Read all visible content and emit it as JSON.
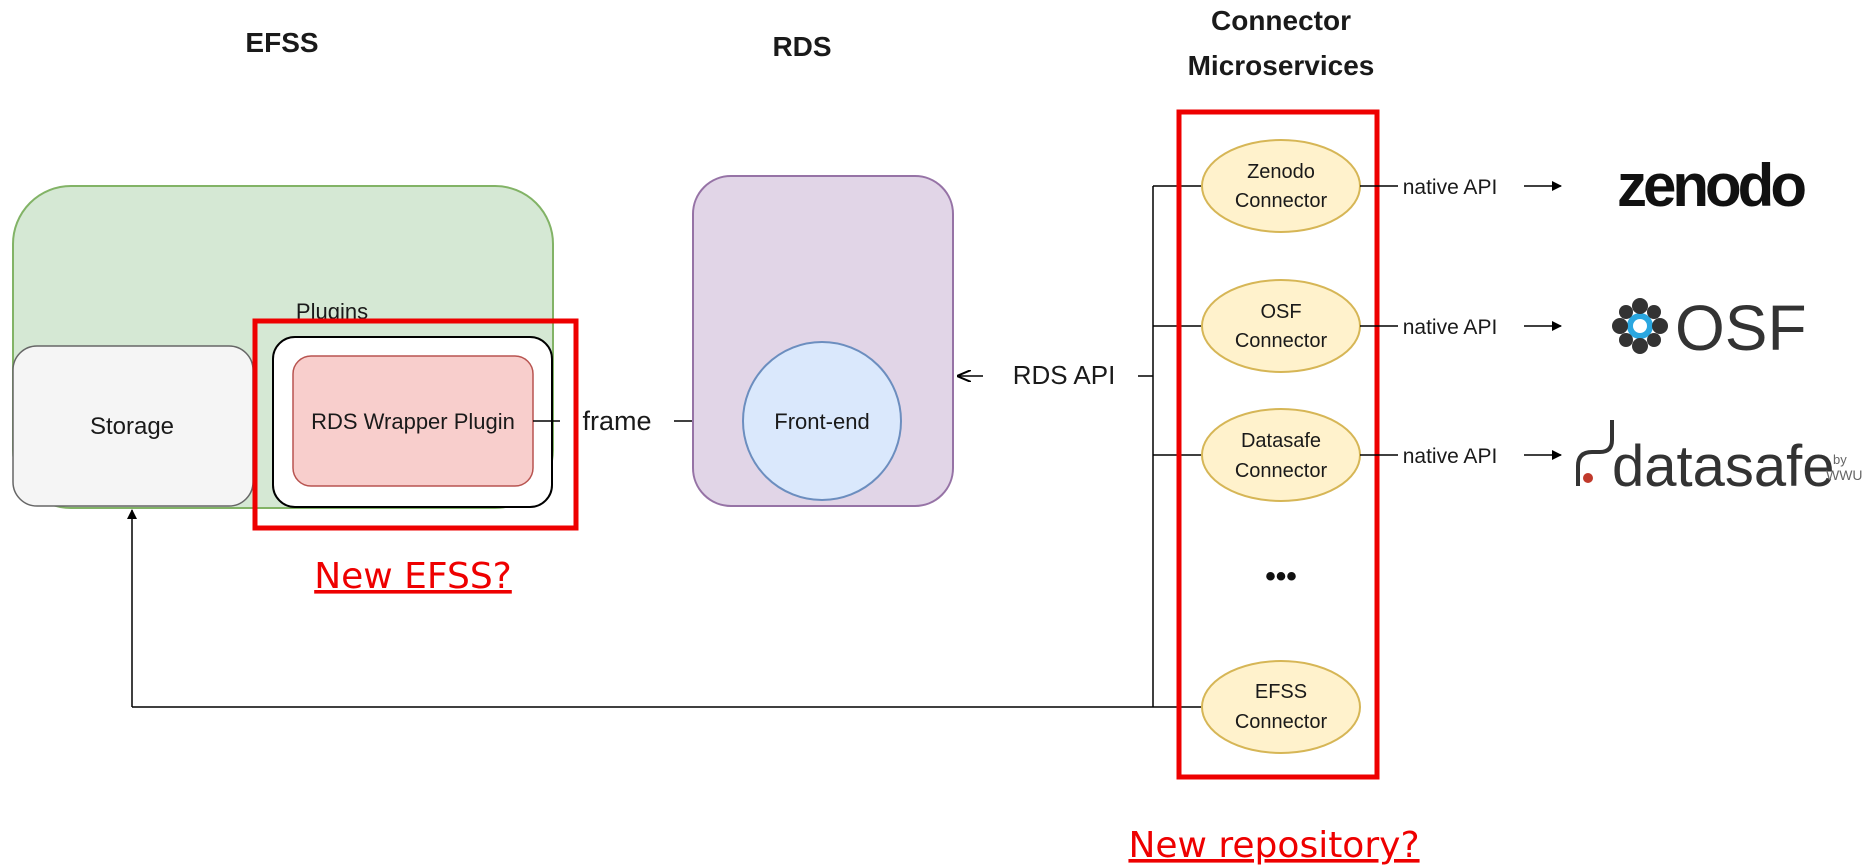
{
  "titles": {
    "efss": "EFSS",
    "rds": "RDS",
    "connector_line1": "Connector",
    "connector_line2": "Microservices"
  },
  "efss": {
    "plugins_label": "Plugins",
    "storage_label": "Storage",
    "wrapper_plugin_label": "RDS  Wrapper Plugin"
  },
  "rds": {
    "frame_label": "frame",
    "frontend_label": "Front-end",
    "api_label": "RDS API"
  },
  "connectors": [
    {
      "line1": "Zenodo",
      "line2": "Connector",
      "api_label": "native API",
      "logo": "zenodo"
    },
    {
      "line1": "OSF",
      "line2": "Connector",
      "api_label": "native API",
      "logo": "OSF"
    },
    {
      "line1": "Datasafe",
      "line2": "Connector",
      "api_label": "native API",
      "logo": "datasafe"
    },
    {
      "line1": "EFSS",
      "line2": "Connector"
    }
  ],
  "ellipsis": "•••",
  "logos": {
    "zenodo": "zenodo",
    "osf": "OSF",
    "datasafe": "datasafe",
    "datasafe_suffix_top": "by",
    "datasafe_suffix_bottom": "WWU",
    "osf_icon": "osf-flower-icon",
    "datasafe_icon": "datasafe-bag-icon"
  },
  "callouts": {
    "new_efss": "New EFSS?",
    "new_repository": "New repository?"
  },
  "colors": {
    "efss_box": "#d5e8d4",
    "efss_border": "#82b366",
    "rds_box": "#e1d5e7",
    "rds_border": "#9673a6",
    "storage_box": "#f5f5f5",
    "wrapper_plugin": "#f8cecc",
    "wrapper_border": "#b85450",
    "frontend": "#dae8fc",
    "frontend_border": "#6c8ebf",
    "connector": "#fff2cc",
    "connector_border": "#d6b656",
    "highlight_red": "#ee0000"
  }
}
